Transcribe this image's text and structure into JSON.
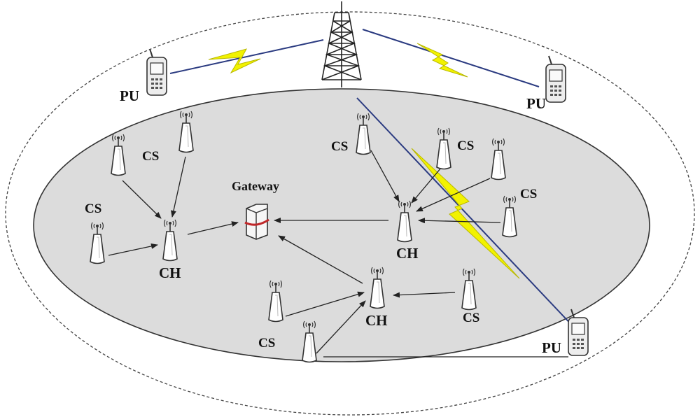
{
  "labels": {
    "gateway": "Gateway",
    "pu": [
      "PU",
      "PU",
      "PU"
    ],
    "ch": [
      "CH",
      "CH",
      "CH"
    ],
    "cs": [
      "CS",
      "CS",
      "CS",
      "CS",
      "CS",
      "CS"
    ]
  },
  "colors": {
    "network_fill": "#dcdcdc",
    "lightning": "#f2f200",
    "lightning_edge": "#b8b800",
    "beam": "#2a3a80",
    "arrow": "#222222",
    "gateway_band": "#c0282a"
  },
  "icons": {
    "base_station": "lattice-tower-icon",
    "primary_user": "mobile-phone-icon",
    "sensor": "sensor-antenna-icon",
    "gateway": "gateway-server-icon"
  }
}
